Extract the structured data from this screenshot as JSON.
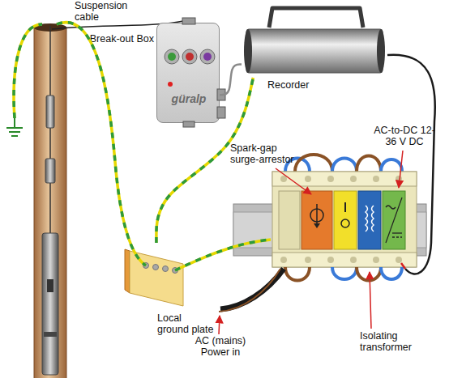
{
  "diagram": {
    "nodes": [
      {
        "text": [
          "Break-out Box",
          "güralp"
        ]
      },
      {
        "text": [
          "Recorder"
        ]
      },
      {
        "text": [
          "Local ground plate"
        ]
      }
    ],
    "edges": [
      {
        "from": 0,
        "to": 1,
        "arrow": "none"
      },
      {
        "from": 2,
        "to": 1,
        "arrow": "none"
      }
    ],
    "labels": [
      "Suspension cable",
      "Spark-gap surge-arrestor",
      "AC-to-DC 12-36 V DC",
      "Isolating transformer",
      "AC (mains) Power in"
    ]
  }
}
